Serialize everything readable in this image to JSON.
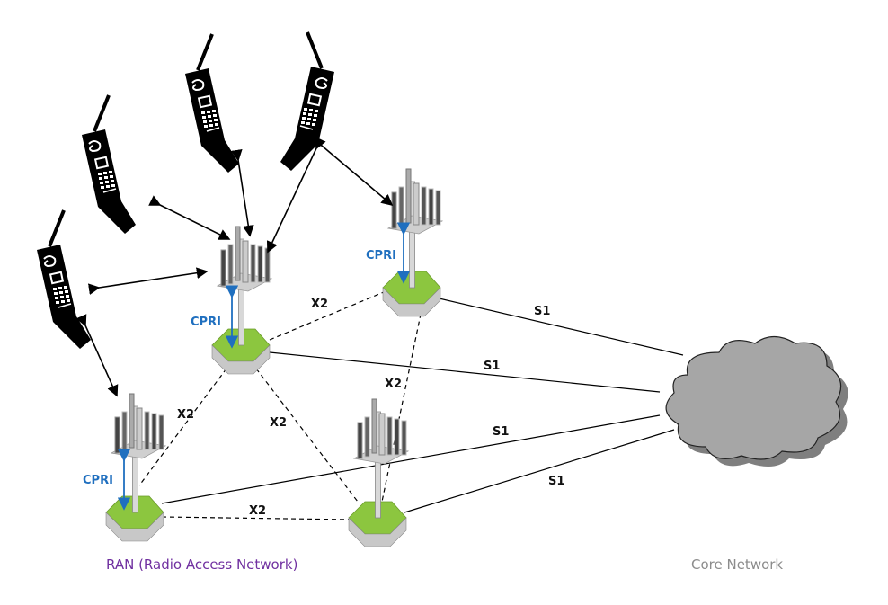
{
  "diagram": {
    "title": "",
    "region_labels": {
      "ran": "RAN (Radio Access Network)",
      "core": "Core Network"
    },
    "colors": {
      "ran_label": "#7030a0",
      "core_label": "#8c8c8c",
      "cpri": "#1f6fbf",
      "base_top": "#8cc63f",
      "cloud": "#a6a6a6"
    },
    "towers": [
      {
        "id": "enb-1",
        "cpri_label": "CPRI"
      },
      {
        "id": "enb-2",
        "cpri_label": "CPRI"
      },
      {
        "id": "enb-3",
        "cpri_label": "CPRI"
      },
      {
        "id": "enb-4",
        "cpri_label": ""
      }
    ],
    "phones": [
      {
        "id": "ue-1"
      },
      {
        "id": "ue-2"
      },
      {
        "id": "ue-3"
      },
      {
        "id": "ue-4"
      },
      {
        "id": "ue-5"
      }
    ],
    "links": {
      "x2": [
        {
          "from": "enb-1",
          "to": "enb-2",
          "label": "X2"
        },
        {
          "from": "enb-1",
          "to": "enb-3",
          "label": "X2"
        },
        {
          "from": "enb-1",
          "to": "enb-4",
          "label": "X2"
        },
        {
          "from": "enb-2",
          "to": "enb-4",
          "label": "X2"
        },
        {
          "from": "enb-3",
          "to": "enb-4",
          "label": "X2"
        }
      ],
      "s1": [
        {
          "from": "enb-2",
          "to": "core",
          "label": "S1"
        },
        {
          "from": "enb-1",
          "to": "core",
          "label": "S1"
        },
        {
          "from": "enb-3",
          "to": "core",
          "label": "S1"
        },
        {
          "from": "enb-4",
          "to": "core",
          "label": "S1"
        }
      ]
    }
  }
}
